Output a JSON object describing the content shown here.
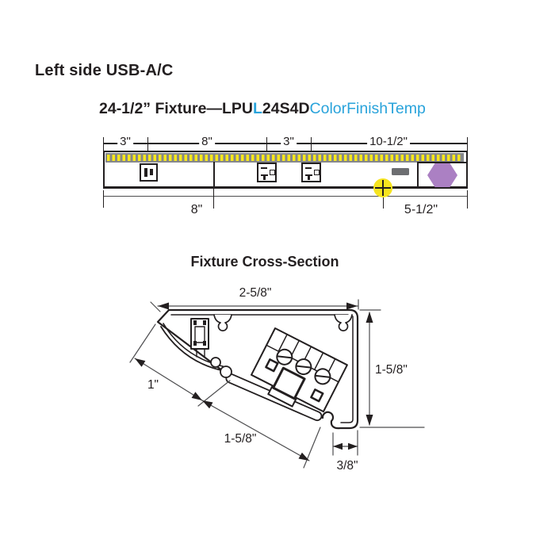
{
  "header": {
    "title": "Left side USB-A/C"
  },
  "subtitle": {
    "bold_prefix": "24-1/2” Fixture—LPU",
    "accent_letter": "L",
    "bold_model": "24S4D",
    "accent_suffix": "ColorFinishTemp"
  },
  "top_view": {
    "top_dims": [
      "3\"",
      "8\"",
      "3\"",
      "10-1/2\""
    ],
    "bottom_dims": [
      "8\"",
      "5-1/2\""
    ],
    "features": [
      "usb-a-port",
      "usb-c-port",
      "usb-c-port",
      "rocker-switch",
      "wire-knockout",
      "hex-endcap"
    ]
  },
  "cross_section": {
    "heading": "Fixture Cross-Section",
    "width_dim": "2-5/8\"",
    "height_dim": "1-5/8\"",
    "lens_face_dim": "1\"",
    "mount_face_dim": "1-5/8\"",
    "foot_dim": "3/8\""
  },
  "colors": {
    "ink": "#231f20",
    "accent_blue": "#29a3db",
    "led_yellow": "#f8e71c",
    "strip_gray": "#85878a",
    "switch_gray": "#6d6e71",
    "hex_purple": "#ab80c3",
    "knockout_yellow": "#f6e41f"
  }
}
